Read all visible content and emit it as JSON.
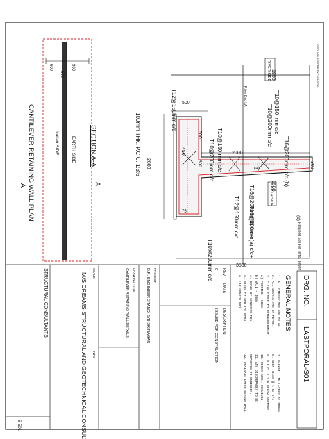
{
  "drawing": {
    "title": "CANTILEVER RETAINING WALL PLAN",
    "section_label": "SECTION A-A",
    "plan_marker": "A",
    "drawing_no_label": "DRG. NO.",
    "drawing_no": "LASTPORAL-S01",
    "sheet_no": "S-501",
    "top_note": "GROUND BEFORE EXCAVATION"
  },
  "plan": {
    "dim_left": "600",
    "dim_right": "900",
    "dim_wall": "500",
    "earth_side": "EARTH SIDE",
    "nallah_side": "Nallah SIDE"
  },
  "section": {
    "river_side": "RIVER SIDE",
    "river_bed": "River Bed LA",
    "retained_soil": "Retained  Soil  For  Temp.  Tower",
    "earth_side": "EARTH SIDE",
    "dim_1800": "1800",
    "dim_1500": "1500",
    "dim_500": "500",
    "dim_600": "600",
    "dim_450": "450",
    "dim_2000_v": "2000",
    "dim_2000_h": "2000",
    "dim_500b": "500",
    "dim_3500": "3500",
    "dim_75": "75",
    "dim_300": "300",
    "mark_a": "(a)",
    "mark_b": "(b)",
    "bars": [
      "T10@150  mm  c/c",
      "T10@200mm  c/c",
      "T12@150mm  c/c",
      "T10@150  mm  c/c",
      "T10@200mm  c/c",
      "T16@200mm  c/c  (b)",
      "T16@200mm(b)  c/c+",
      "T16@200mm(a)  c/c+",
      "T12@150mm  c/c",
      "T10@200mm  c/c"
    ],
    "pcc": "100mm  THK.  P.C.C.  1:3:6"
  },
  "notes": {
    "heading": "GENERAL NOTES",
    "lines": [
      "1. ALL DIMENSIONS ARE IN mm.",
      "2. ALL LEVELS ARE IN METRE.",
      "3. CLEAR COVER TO REINFORCEMENT",
      "   a) FOOTING - 50mm",
      "   b) WALL - 40mm",
      "4. GRADE OF CONCRETE M25.",
      "5. STEEL Fe 500 TMT BARS.",
      "6. LAP LENGTH 50d.",
      "7. BACKFILL IN LAYERS OF 200mm.",
      "8. WEEP HOLES @ 1.5m c/c.",
      "9. P.C.C. 1:3:6 BELOW FOOTING.",
      "10. REFER ARCH. DRAWINGS.",
      "11. ANY DISCREPANCY TO BE",
      "    REPORTED TO ENGINEER.",
      "12. DRAINAGE LAYER BEHIND WALL."
    ]
  },
  "title_block": {
    "rev_header": [
      "REV.",
      "DATE",
      "DESCRIPTION"
    ],
    "rev_row": [
      "0",
      "",
      "ISSUED FOR CONSTRUCTION"
    ],
    "project_label": "PROJECT",
    "project": "B.R. ENGINEER STAND, S/B SRINAGAR",
    "drawing_title_label": "DRAWING TITLE",
    "drawing_title": "CANTILEVER RETAINING WALL DETAILS",
    "scale_label": "SCALE",
    "scale": "NTS",
    "consultant_label": "STRUCTURAL CONSULTANTS",
    "consultant": "M/S DREAMS STRUCTURAL AND GEOTECHNICAL CONSULTANTS"
  }
}
